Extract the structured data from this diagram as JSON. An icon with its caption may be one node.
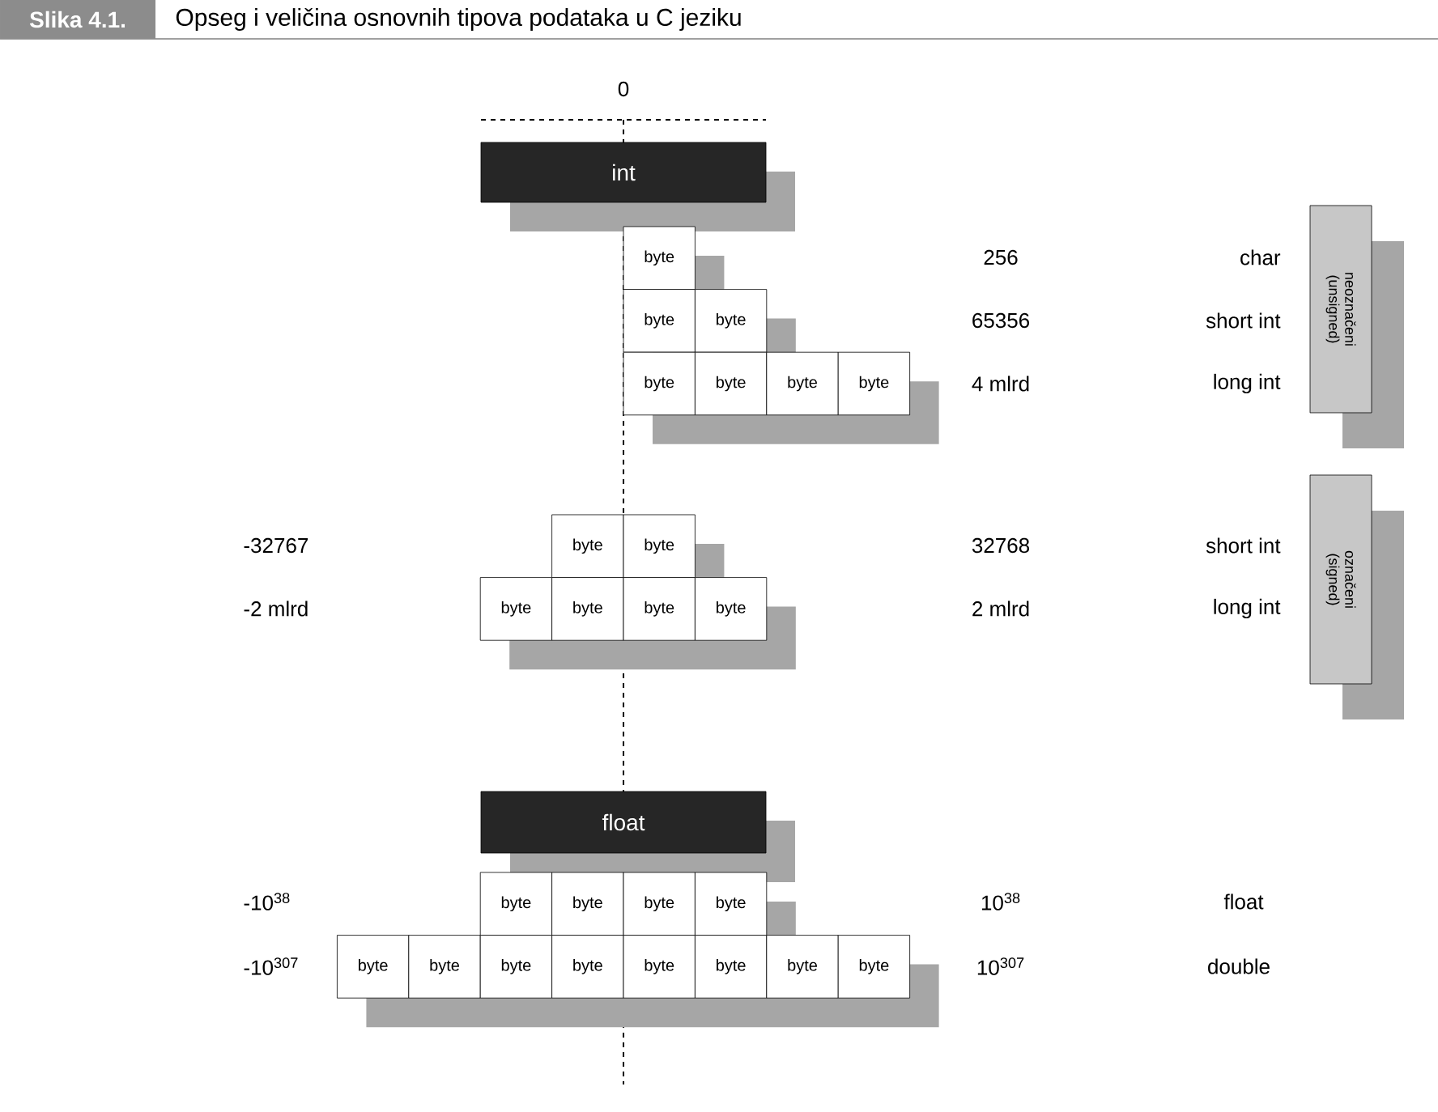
{
  "diagram": {
    "title": "Opseg i veličina osnovnih tipova podataka u C jeziku",
    "nodes": [
      {
        "text": [
          "int"
        ]
      },
      {
        "text": [
          "neoznačeni (unsigned)"
        ]
      },
      {
        "text": [
          "byte"
        ]
      },
      {
        "text": [
          "byte"
        ]
      },
      {
        "text": [
          "byte"
        ]
      },
      {
        "text": [
          "byte"
        ]
      },
      {
        "text": [
          "byte"
        ]
      },
      {
        "text": [
          "byte"
        ]
      },
      {
        "text": [
          "byte"
        ]
      },
      {
        "text": [
          "označeni (signed)"
        ]
      },
      {
        "text": [
          "byte"
        ]
      },
      {
        "text": [
          "byte"
        ]
      },
      {
        "text": [
          "byte"
        ]
      },
      {
        "text": [
          "byte"
        ]
      },
      {
        "text": [
          "byte"
        ]
      },
      {
        "text": [
          "byte"
        ]
      },
      {
        "text": [
          "float"
        ]
      },
      {
        "text": [
          "byte"
        ]
      },
      {
        "text": [
          "byte"
        ]
      },
      {
        "text": [
          "byte"
        ]
      },
      {
        "text": [
          "byte"
        ]
      },
      {
        "text": [
          "byte"
        ]
      },
      {
        "text": [
          "byte"
        ]
      },
      {
        "text": [
          "byte"
        ]
      },
      {
        "text": [
          "byte"
        ]
      },
      {
        "text": [
          "byte"
        ]
      },
      {
        "text": [
          "byte"
        ]
      },
      {
        "text": [
          "byte"
        ]
      },
      {
        "text": [
          "byte"
        ]
      }
    ],
    "labels": [
      "Slika 4.1.",
      "0",
      "256",
      "char",
      "65356",
      "short int",
      "4 mlrd",
      "long int",
      "-32767",
      "32768",
      "short int",
      "-2 mlrd",
      "2 mlrd",
      "long int",
      "-10$^{38}$",
      "10$^{38}$",
      "float",
      "-10$^{307}$",
      "10$^{307}$",
      "double"
    ]
  }
}
